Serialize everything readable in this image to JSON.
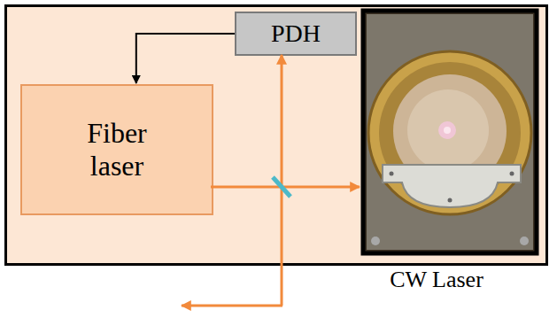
{
  "diagram": {
    "nodes": [
      {
        "text": [
          "CW Laser"
        ]
      },
      {
        "text": [
          "PDH"
        ],
        "in": 0
      },
      {
        "text": [
          "Fiber laser"
        ],
        "in": 0
      }
    ],
    "edges": [
      {
        "from": 1,
        "to": 2,
        "arrow": "to"
      }
    ]
  }
}
